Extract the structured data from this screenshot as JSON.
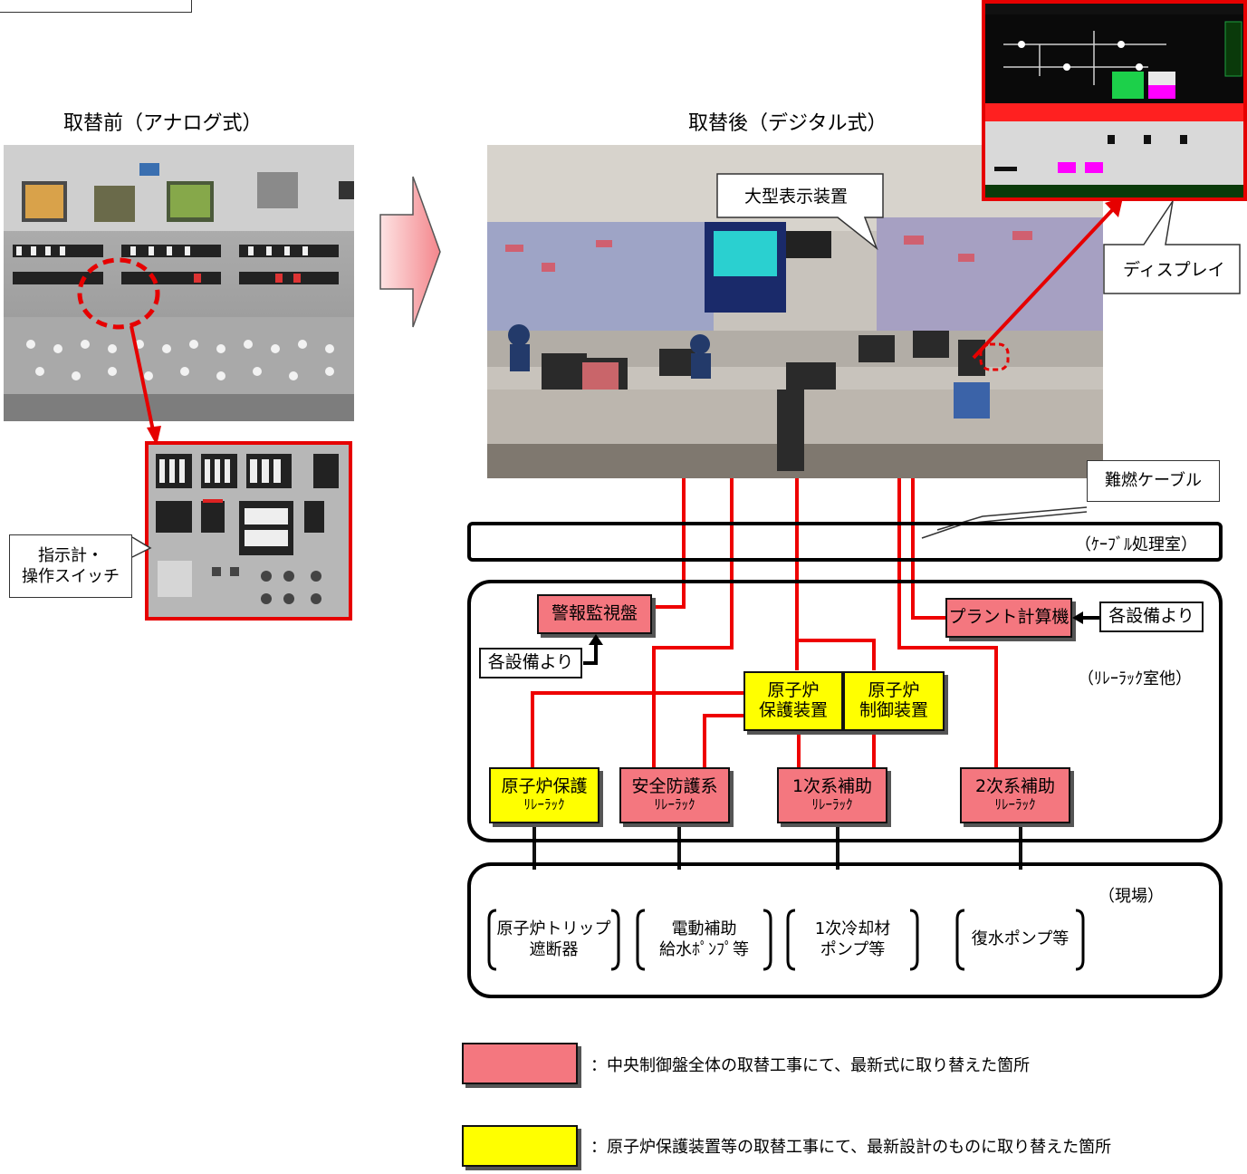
{
  "titles": {
    "before": "取替前（アナログ式）",
    "after": "取替後（デジタル式）"
  },
  "callouts": {
    "large_display": "大型表示装置",
    "display": "ディスプレイ",
    "indicator_line1": "指示計・",
    "indicator_line2": "操作スイッチ",
    "cable": "難燃ケーブル"
  },
  "rooms": {
    "cable_room": "（ｹｰﾌﾞﾙ処理室）",
    "relay_room": "（ﾘﾚｰﾗｯｸ室他）",
    "site": "（現場）"
  },
  "devices": {
    "alarm": "警報監視盤",
    "plant_computer": "プラント計算機",
    "from_equipment_left": "各設備より",
    "from_equipment_right": "各設備より",
    "rps_line1": "原子炉",
    "rps_line2": "保護装置",
    "rcs_line1": "原子炉",
    "rcs_line2": "制御装置",
    "rack_rp_line1": "原子炉保護",
    "rack_rp_line2": "ﾘﾚｰﾗｯｸ",
    "rack_safety_line1": "安全防護系",
    "rack_safety_line2": "ﾘﾚｰﾗｯｸ",
    "rack_primary_line1": "1次系補助",
    "rack_primary_line2": "ﾘﾚｰﾗｯｸ",
    "rack_secondary_line1": "2次系補助",
    "rack_secondary_line2": "ﾘﾚｰﾗｯｸ"
  },
  "field": {
    "trip_line1": "原子炉トリップ",
    "trip_line2": "遮断器",
    "motor_line1": "電動補助",
    "motor_line2": "給水ﾎﾟﾝﾌﾟ等",
    "coolant_line1": "1次冷却材",
    "coolant_line2": "ポンプ等",
    "condensate": "復水ポンプ等"
  },
  "legend": {
    "pink_text": "：中央制御盤全体の取替工事にて、最新式に取り替えた箇所",
    "yellow_text": "：原子炉保護装置等の取替工事にて、最新設計のものに取り替えた箇所"
  },
  "colors": {
    "pink": "#f4777f",
    "yellow": "#ffff00",
    "red_line": "#ee0000"
  }
}
